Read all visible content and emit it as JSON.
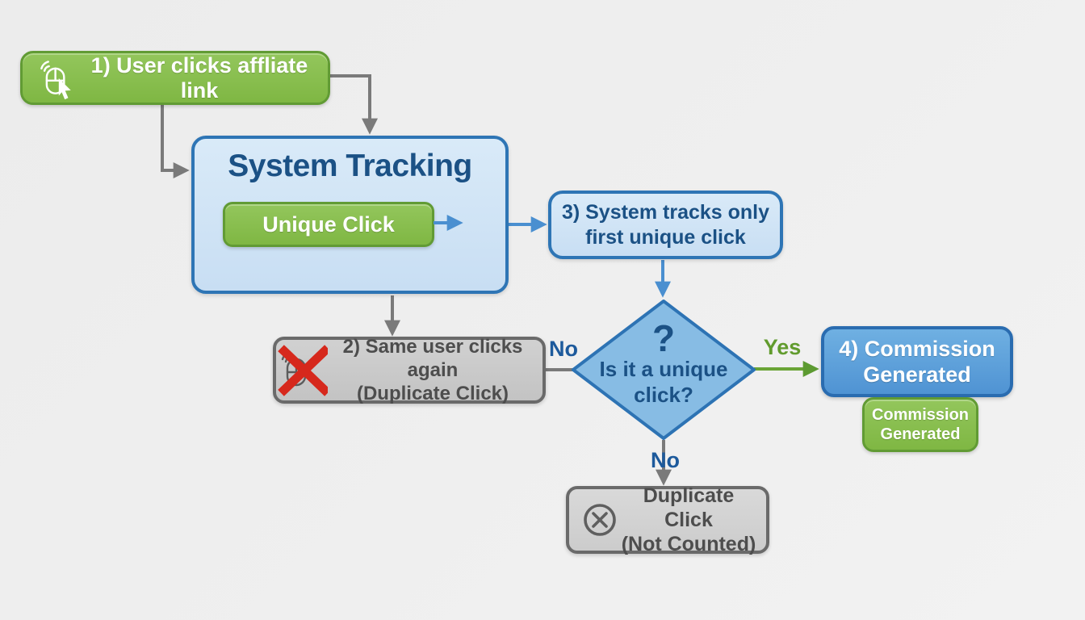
{
  "diagram_title": "Affiliate link unique click tracking flowchart",
  "nodes": {
    "step1": {
      "label": "1) User clicks affliate link"
    },
    "system": {
      "title": "System Tracking",
      "button_label": "Unique Click"
    },
    "step3": {
      "line1": "3) System tracks only",
      "line2": "first unique click"
    },
    "decision": {
      "mark": "?",
      "line1": "Is it a unique",
      "line2": "click?"
    },
    "step2": {
      "line1": "2) Same user clicks again",
      "line2": "(Duplicate Click)"
    },
    "step4": {
      "line1": "4) Commission",
      "line2": "Generated"
    },
    "commission_badge": {
      "line1": "Commission",
      "line2": "Generated"
    },
    "duplicate": {
      "line1": "Duplicate Click",
      "line2": "(Not Counted)"
    }
  },
  "edge_labels": {
    "no_left": "No",
    "yes_right": "Yes",
    "no_bottom": "No"
  },
  "icons": {
    "step1": "mouse-click-icon",
    "step2": "mouse-click-blocked-icon (red X over mouse)",
    "duplicate": "circle-x-icon"
  },
  "colors": {
    "background": "#eeeeee",
    "green_fill": "#86bd4b",
    "green_border": "#619b34",
    "light_blue_fill": "#d2e5f6",
    "blue_border": "#2e75b5",
    "solid_blue_fill": "#5b9bd5",
    "diamond_fill": "#87bce4",
    "navy_text": "#1b5185",
    "gray_fill": "#c9c9c9",
    "gray_border": "#6a6a6a",
    "gray_text": "#4d4d4d",
    "connector_gray": "#7a7a7a",
    "connector_blue": "#4a8fd0",
    "connector_green": "#6aa436",
    "yes_text_green": "#619b2d",
    "red_x": "#d6281c"
  }
}
